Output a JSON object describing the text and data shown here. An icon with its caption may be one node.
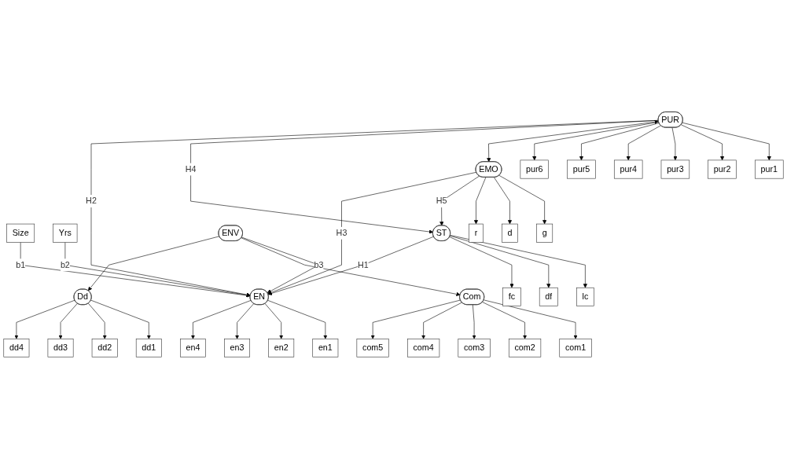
{
  "diagram": {
    "nodes": [
      {
        "text": [
          "pur1"
        ]
      },
      {
        "text": [
          "pur2"
        ]
      },
      {
        "text": [
          "pur3"
        ]
      },
      {
        "text": [
          "pur4"
        ]
      },
      {
        "text": [
          "pur5"
        ]
      },
      {
        "text": [
          "pur6"
        ]
      },
      {
        "text": [
          "PUR"
        ]
      },
      {
        "text": [
          "Size"
        ]
      },
      {
        "text": [
          "Yrs"
        ]
      },
      {
        "text": [
          "lc"
        ]
      },
      {
        "text": [
          "ST"
        ]
      },
      {
        "text": [
          "EN"
        ]
      },
      {
        "text": [
          "en1"
        ]
      },
      {
        "text": [
          "df"
        ]
      },
      {
        "text": [
          "en2"
        ]
      },
      {
        "text": [
          "fc"
        ]
      },
      {
        "text": [
          "en3"
        ]
      },
      {
        "text": [
          "en4"
        ]
      },
      {
        "text": [
          "ENV"
        ]
      },
      {
        "text": [
          "g"
        ]
      },
      {
        "text": [
          "d"
        ]
      },
      {
        "text": [
          "EMO"
        ]
      },
      {
        "text": [
          "r"
        ]
      },
      {
        "text": [
          "Com"
        ]
      },
      {
        "text": [
          "Dd"
        ]
      },
      {
        "text": [
          "com1"
        ]
      },
      {
        "text": [
          "com2"
        ]
      },
      {
        "text": [
          "com3"
        ]
      },
      {
        "text": [
          "com4"
        ]
      },
      {
        "text": [
          "com5"
        ]
      },
      {
        "text": [
          "dd1"
        ]
      },
      {
        "text": [
          "dd2"
        ]
      },
      {
        "text": [
          "dd3"
        ]
      },
      {
        "text": [
          "dd4"
        ]
      }
    ],
    "edges": [
      {
        "from": 6,
        "to": 0,
        "arrow": "to"
      },
      {
        "from": 6,
        "to": 1,
        "arrow": "to"
      },
      {
        "from": 6,
        "to": 2,
        "arrow": "to"
      },
      {
        "from": 6,
        "to": 3,
        "arrow": "to"
      },
      {
        "from": 6,
        "to": 4,
        "arrow": "to"
      },
      {
        "from": 6,
        "to": 5,
        "arrow": "to"
      },
      {
        "from": 6,
        "to": 21,
        "arrow": "both"
      },
      {
        "from": 6,
        "to": 10,
        "label": "H4",
        "arrow": "to"
      },
      {
        "from": 6,
        "to": 11,
        "label": "H2",
        "arrow": "to"
      },
      {
        "from": 7,
        "to": 11,
        "label": "b1",
        "arrow": "to"
      },
      {
        "from": 8,
        "to": 11,
        "label": "b2",
        "arrow": "to"
      },
      {
        "from": 10,
        "to": 9,
        "arrow": "to"
      },
      {
        "from": 10,
        "to": 13,
        "arrow": "to"
      },
      {
        "from": 10,
        "to": 15,
        "arrow": "to"
      },
      {
        "from": 10,
        "to": 11,
        "label": "H1",
        "arrow": "to"
      },
      {
        "from": 11,
        "to": 12,
        "arrow": "to"
      },
      {
        "from": 11,
        "to": 14,
        "arrow": "to"
      },
      {
        "from": 11,
        "to": 16,
        "arrow": "to"
      },
      {
        "from": 11,
        "to": 17,
        "arrow": "to"
      },
      {
        "from": 18,
        "to": 11,
        "label": "b3",
        "arrow": "to"
      },
      {
        "from": 18,
        "to": 23,
        "arrow": "to"
      },
      {
        "from": 18,
        "to": 24,
        "arrow": "to"
      },
      {
        "from": 21,
        "to": 19,
        "arrow": "to"
      },
      {
        "from": 21,
        "to": 20,
        "arrow": "to"
      },
      {
        "from": 21,
        "to": 22,
        "arrow": "to"
      },
      {
        "from": 21,
        "to": 10,
        "label": "H5",
        "arrow": "to"
      },
      {
        "from": 21,
        "to": 11,
        "label": "H3",
        "arrow": "to"
      },
      {
        "from": 23,
        "to": 25,
        "arrow": "to"
      },
      {
        "from": 23,
        "to": 26,
        "arrow": "to"
      },
      {
        "from": 23,
        "to": 27,
        "arrow": "to"
      },
      {
        "from": 23,
        "to": 28,
        "arrow": "to"
      },
      {
        "from": 23,
        "to": 29,
        "arrow": "to"
      },
      {
        "from": 24,
        "to": 30,
        "arrow": "to"
      },
      {
        "from": 24,
        "to": 31,
        "arrow": "to"
      },
      {
        "from": 24,
        "to": 32,
        "arrow": "to"
      },
      {
        "from": 24,
        "to": 33,
        "arrow": "to"
      }
    ]
  }
}
